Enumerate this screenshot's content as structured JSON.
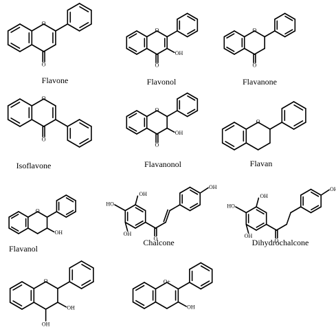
{
  "structures": [
    {
      "id": "flavone",
      "name": "Flavone"
    },
    {
      "id": "flavonol",
      "name": "Flavonol"
    },
    {
      "id": "flavanone",
      "name": "Flavanone"
    },
    {
      "id": "isoflavone",
      "name": "Isoflavone"
    },
    {
      "id": "flavanonol",
      "name": "Flavanonol"
    },
    {
      "id": "flavan",
      "name": "Flavan"
    },
    {
      "id": "flavanol",
      "name": "Flavanol"
    },
    {
      "id": "chalcone",
      "name": "Chalcone"
    },
    {
      "id": "dihydrochalcone",
      "name": "Dihydrochalcone"
    },
    {
      "id": "flavan-3-4-diol",
      "name": ""
    },
    {
      "id": "flavylium",
      "name": ""
    }
  ],
  "atoms": {
    "O": "O",
    "OH": "OH",
    "HO": "HO",
    "O_plus": "O+"
  }
}
